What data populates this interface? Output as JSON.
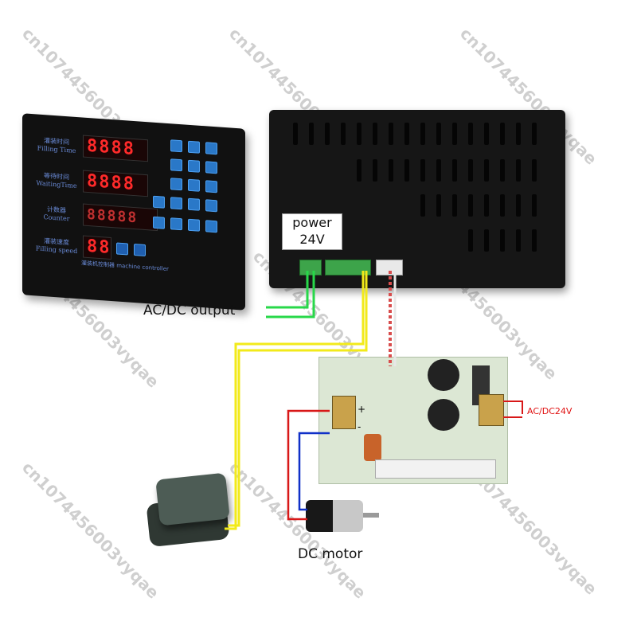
{
  "controller": {
    "rows": [
      {
        "label_cn": "灌装时间",
        "label_en": "Filling Time",
        "display": "8888"
      },
      {
        "label_cn": "等待时间",
        "label_en": "WaitingTime",
        "display": "8888"
      },
      {
        "label_cn": "计数器",
        "label_en": "Counter",
        "display": "88888"
      },
      {
        "label_cn": "灌装速度",
        "label_en": "Filling speed",
        "display": "88"
      }
    ],
    "footer_cn": "灌装机控制器",
    "footer_en": "machine controller"
  },
  "power_box": {
    "label_line1": "power",
    "label_line2": "24V"
  },
  "labels": {
    "ac_dc_output": "AC/DC output",
    "ac_dc_24v": "AC/DC24V",
    "dc_motor": "DC motor",
    "pcb_plus": "+",
    "pcb_minus": "-"
  },
  "watermark": "cn1074456003vyqae",
  "colors": {
    "wire_yellow": "#f2ea1a",
    "wire_green": "#28d84a",
    "wire_red": "#d81818",
    "wire_blue": "#1030c8"
  }
}
